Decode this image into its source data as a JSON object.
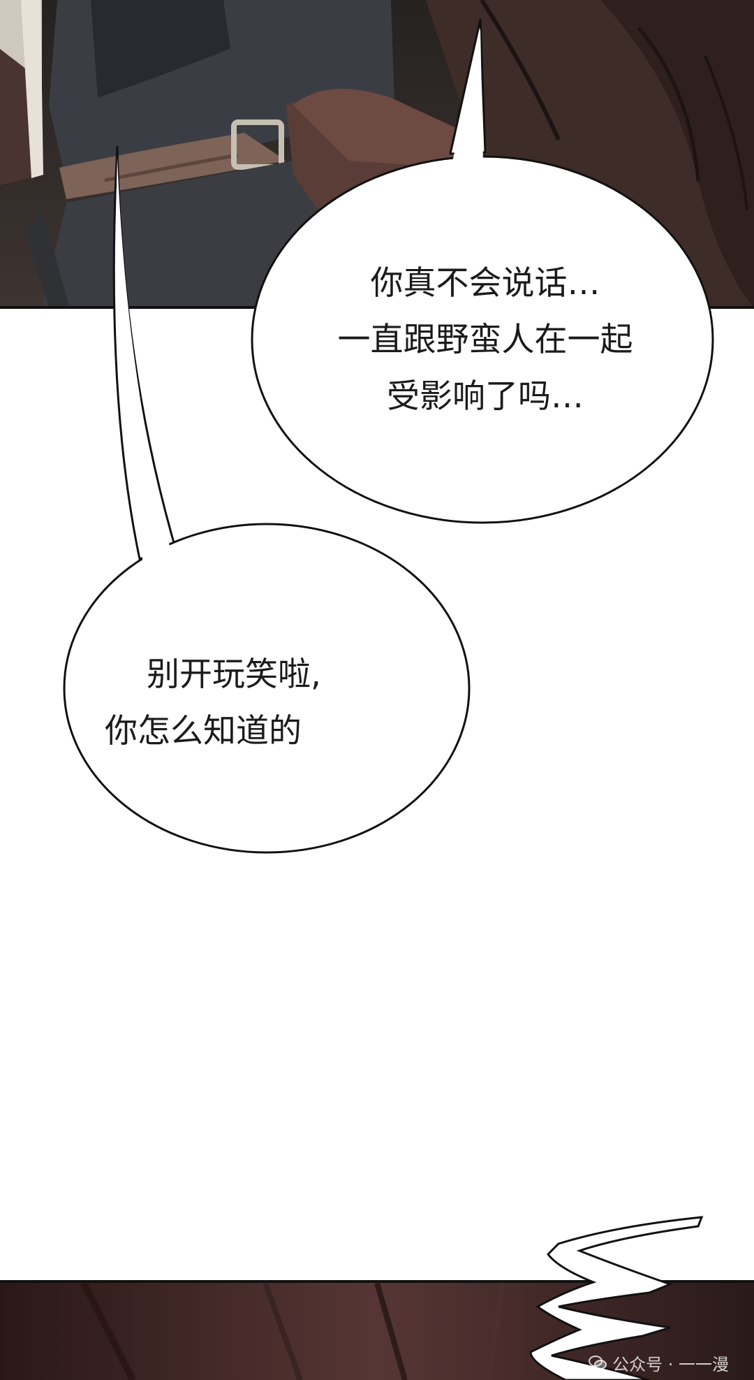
{
  "bubbles": [
    {
      "lines": [
        "你真不会说话…",
        "一直跟野蛮人在一起",
        "受影响了吗…"
      ]
    },
    {
      "lines": [
        "别开玩笑啦,",
        "你怎么知道的"
      ]
    }
  ],
  "watermark": {
    "text": "公众号 · 一一漫",
    "icon": "wechat-icon"
  },
  "colors": {
    "ink": "#111111",
    "paper": "#ffffff",
    "panel_top_dark": "#302a27",
    "panel_bottom_dark": "#2a1c1b"
  }
}
